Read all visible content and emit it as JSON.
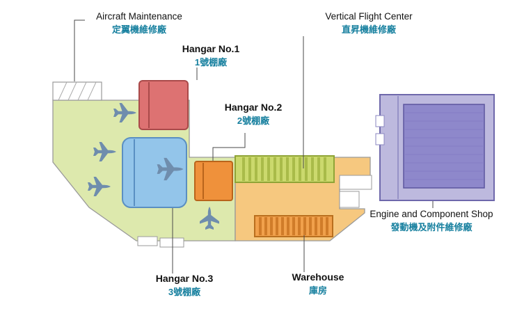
{
  "diagram": {
    "labels": {
      "aircraft_maintenance": {
        "en": "Aircraft Maintenance",
        "zh": "定翼機維修廠"
      },
      "hangar1": {
        "en": "Hangar No.1",
        "zh": "1號棚廠"
      },
      "hangar2": {
        "en": "Hangar No.2",
        "zh": "2號棚廠"
      },
      "vertical_flight_center": {
        "en": "Vertical Flight Center",
        "zh": "直昇機維修廠"
      },
      "engine_component_shop": {
        "en": "Engine and Component Shop",
        "zh": "發動機及附件維修廠"
      },
      "hangar3": {
        "en": "Hangar No.3",
        "zh": "3號棚廠"
      },
      "warehouse": {
        "en": "Warehouse",
        "zh": "庫房"
      }
    },
    "colors": {
      "english_text": "#111111",
      "chinese_text": "#17809f",
      "apron_green": "#dde9ad",
      "tarmac_tan": "#f6c87f",
      "hangar1_fill": "#dd7272",
      "hangar1_stroke": "#a94a4a",
      "hangar2_fill": "#ef913b",
      "hangar2_stroke": "#b9641b",
      "hangar3_fill": "#93c5ea",
      "hangar3_stroke": "#5a8fc2",
      "vfc_fill": "#cbd96d",
      "vfc_stripe": "#a9bb49",
      "warehouse_fill": "#f0a04b",
      "warehouse_stripe": "#d07c29",
      "shop_outer_fill": "#bdb9de",
      "shop_inner_fill": "#8e88cb",
      "shop_stroke": "#6e68ab",
      "outline_gray": "#9a9a9a",
      "leader_line": "#4a4a4a",
      "plane": "#6f8dad"
    }
  }
}
